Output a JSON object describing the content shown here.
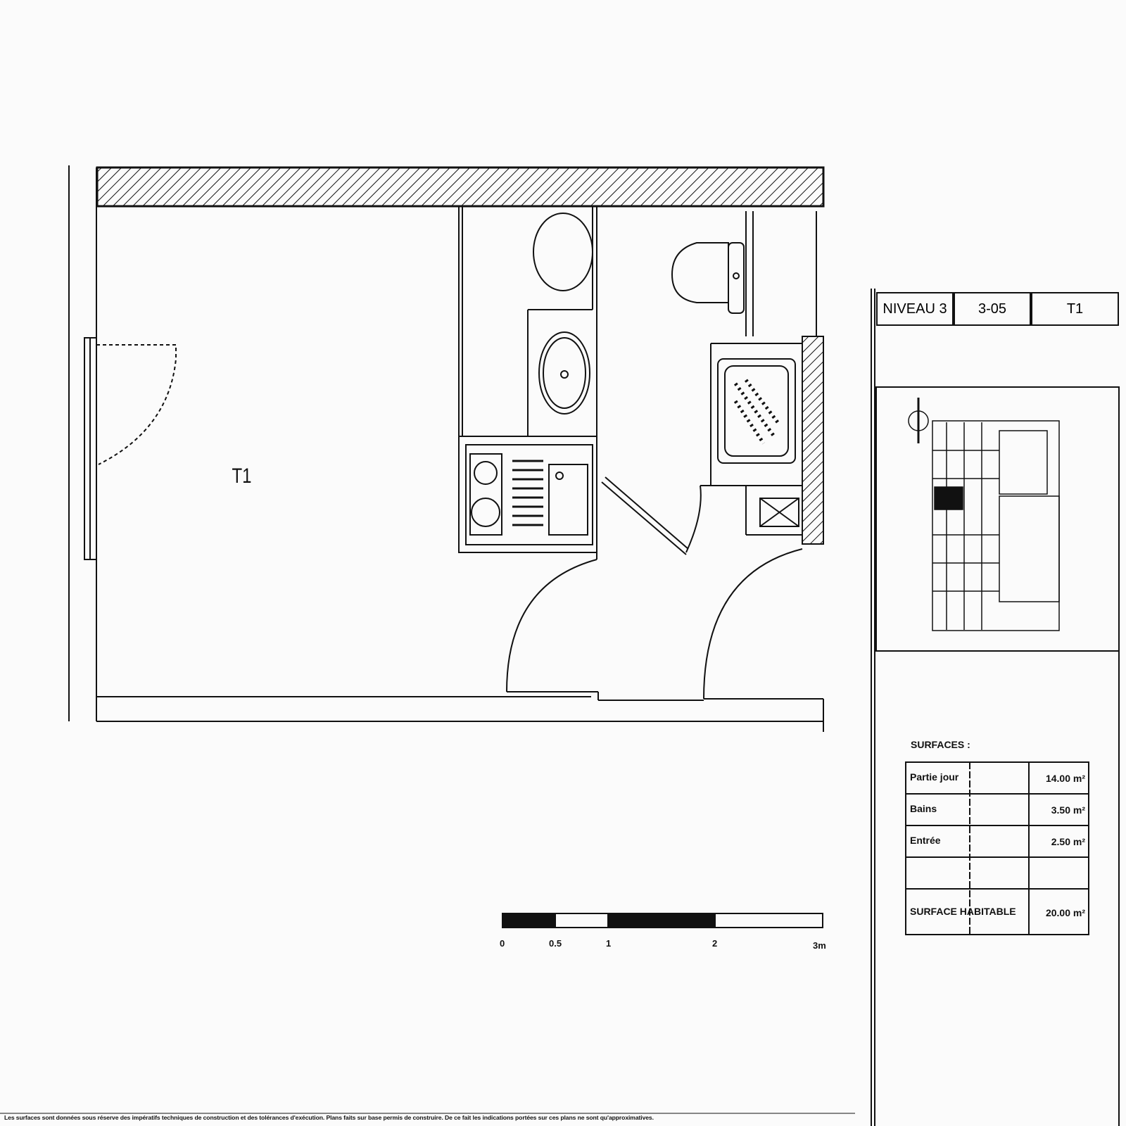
{
  "plan": {
    "room_label": "T1"
  },
  "title_block": {
    "level": "NIVEAU 3",
    "unit_number": "3-05",
    "type": "T1"
  },
  "surfaces": {
    "heading": "SURFACES :",
    "rows": [
      {
        "label": "Partie jour",
        "value": "14.00 m²"
      },
      {
        "label": "Bains",
        "value": "3.50 m²"
      },
      {
        "label": "Entrée",
        "value": "2.50 m²"
      },
      {
        "label": "",
        "value": ""
      }
    ],
    "total": {
      "label": "SURFACE HABITABLE",
      "value": "20.00 m²"
    }
  },
  "scale_bar": {
    "ticks": [
      "0",
      "0.5",
      "1",
      "2",
      "3m"
    ]
  },
  "footer": {
    "disclaimer": "Les surfaces sont données sous réserve des impératifs techniques de construction et des tolérances d'exécution. Plans faits sur base permis de construire. De ce fait les indications portées sur ces plans ne sont qu'approximatives."
  }
}
